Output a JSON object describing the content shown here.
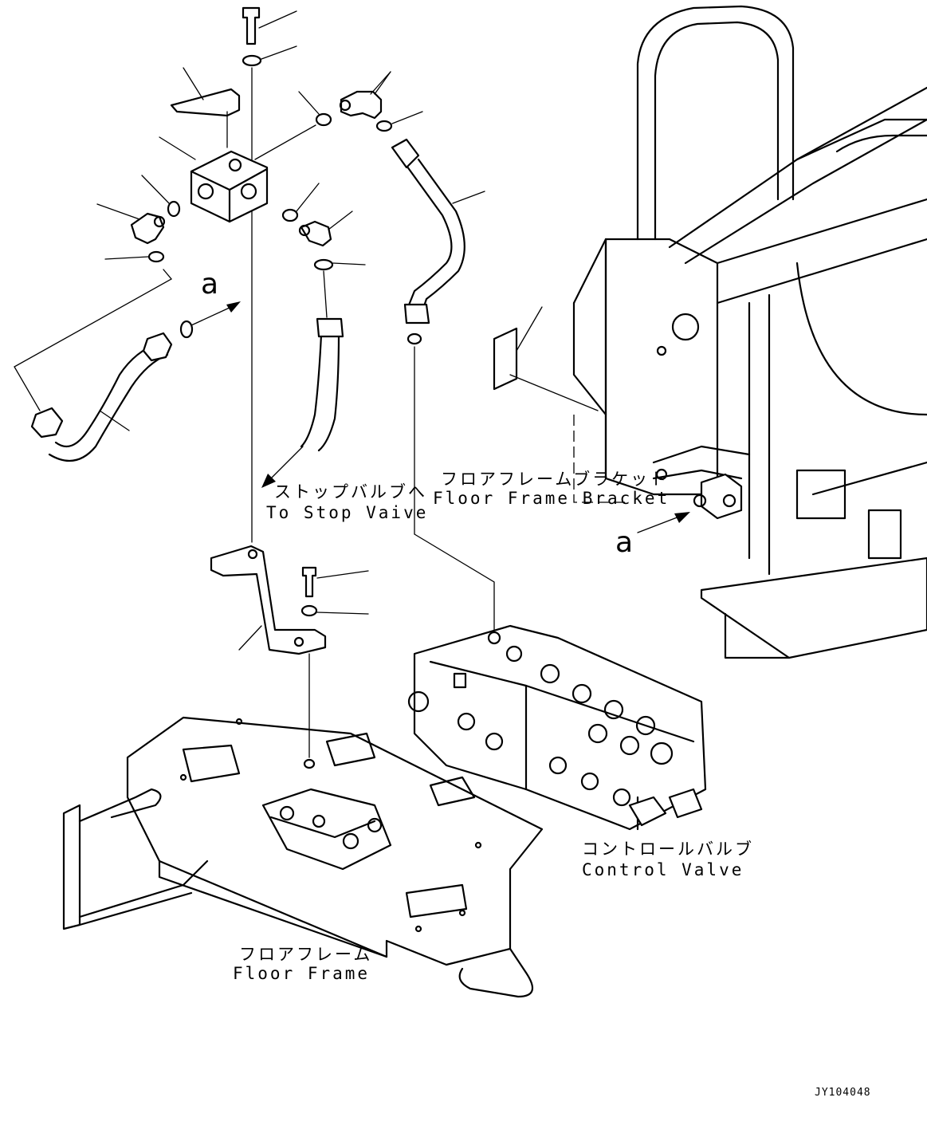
{
  "labels": {
    "stop_valve_jp": "ストップバルブへ",
    "stop_valve_en": "To Stop Vaive",
    "floor_frame_bracket_jp": "フロアフレームブラケット",
    "floor_frame_bracket_en": "Floor Frame Bracket",
    "control_valve_jp": "コントロールバルブ",
    "control_valve_en": "Control Valve",
    "floor_frame_jp": "フロアフレーム",
    "floor_frame_en": "Floor Frame",
    "view_ref_a_upper": "a",
    "view_ref_a_lower": "a",
    "drawing_code": "JY104048"
  }
}
